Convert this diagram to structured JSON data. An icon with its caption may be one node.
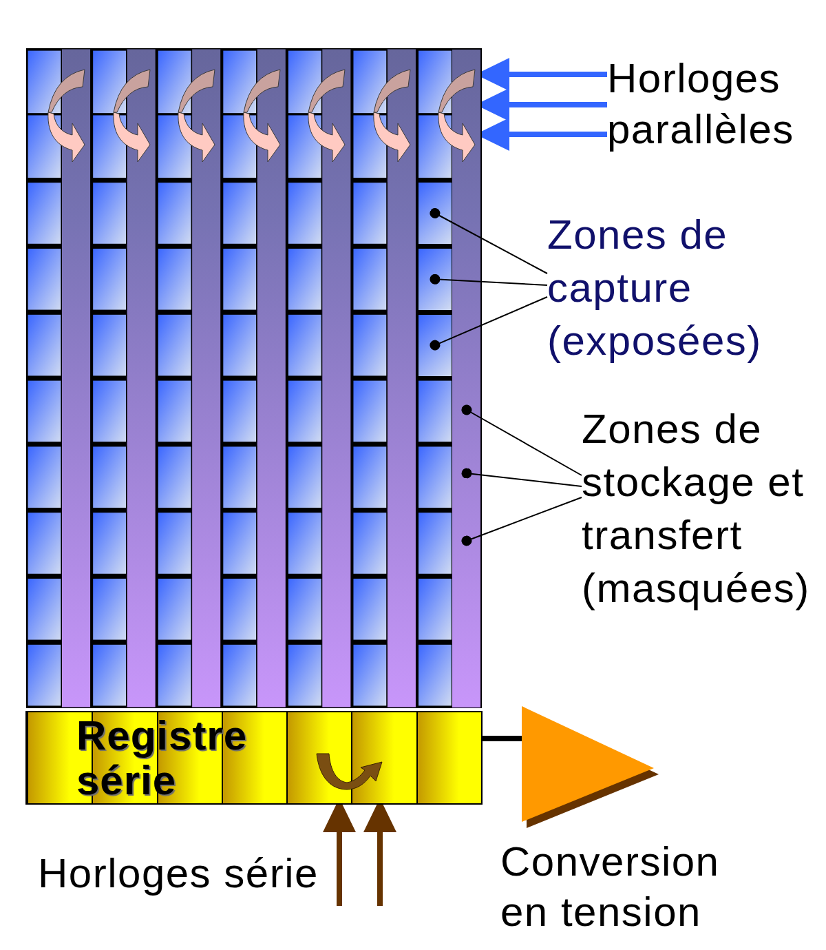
{
  "diagram": {
    "nodes": [
      {
        "text": [],
        "shape": "grid"
      },
      {
        "text": [],
        "shape": "box",
        "in": 0
      },
      {
        "text": [],
        "shape": "box",
        "in": 0
      },
      {
        "text": [],
        "shape": "box",
        "in": 0
      },
      {
        "text": [],
        "shape": "bar",
        "in": 0
      },
      {
        "text": [
          "Horloges parallèles"
        ]
      },
      {
        "text": [
          "Zones de capture (exposées)"
        ]
      },
      {
        "text": [
          "Zones de stockage et transfert (masquées)"
        ]
      },
      {
        "text": [
          "Registre série"
        ]
      },
      {
        "text": [],
        "shape": "triangle",
        "beside": [
          "Conversion en tension"
        ]
      }
    ],
    "edges": [
      {
        "from": 5,
        "to": 0,
        "arrow": "to",
        "style": "thick",
        "color": "#3366ff"
      },
      {
        "from": 5,
        "to": 0,
        "arrow": "to",
        "style": "thick",
        "color": "#3366ff"
      },
      {
        "from": 5,
        "to": 0,
        "arrow": "to",
        "style": "thick",
        "color": "#3366ff"
      },
      {
        "from": 6,
        "to": 1,
        "arrow": "other"
      },
      {
        "from": 6,
        "to": 2,
        "arrow": "other"
      },
      {
        "from": 6,
        "to": 3,
        "arrow": "other"
      },
      {
        "from": 7,
        "to": 4,
        "arrow": "other"
      },
      {
        "from": 7,
        "to": 4,
        "arrow": "other"
      },
      {
        "from": 7,
        "to": 4,
        "arrow": "other"
      },
      {
        "from": 8,
        "to": 9,
        "arrow": "none",
        "style": "thick"
      },
      {
        "from": null,
        "to": 8,
        "arrow": "to",
        "style": "thick",
        "color": "#663300"
      },
      {
        "from": null,
        "to": 8,
        "arrow": "to",
        "style": "thick",
        "color": "#663300"
      }
    ],
    "labels": [
      "Horloges série"
    ]
  }
}
